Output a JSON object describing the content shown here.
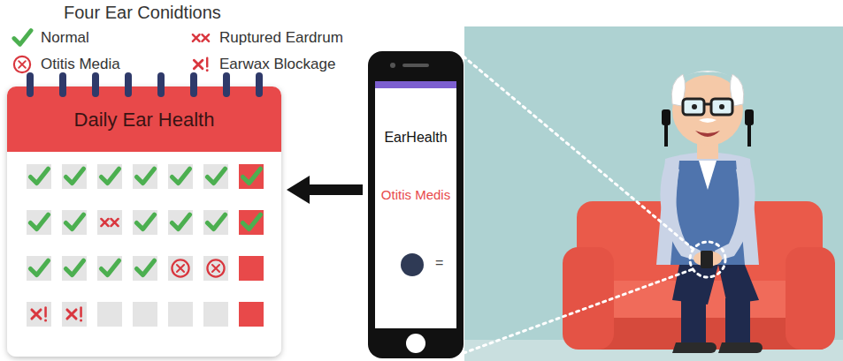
{
  "diagram": {
    "title": "Four Ear Conidtions",
    "nodes": [
      {
        "text": [
          "Daily Ear Health"
        ]
      },
      {
        "text": [
          "EarHealth",
          "Otitis Medis"
        ]
      }
    ],
    "edges": [
      {
        "from": 1,
        "to": 0,
        "arrow": "to"
      }
    ],
    "labels": [
      "="
    ],
    "legend": [
      {
        "text": "Normal"
      },
      {
        "text": "Ruptured Eardrum"
      },
      {
        "text": "Otitis Media"
      },
      {
        "text": "Earwax Blockage"
      }
    ]
  }
}
